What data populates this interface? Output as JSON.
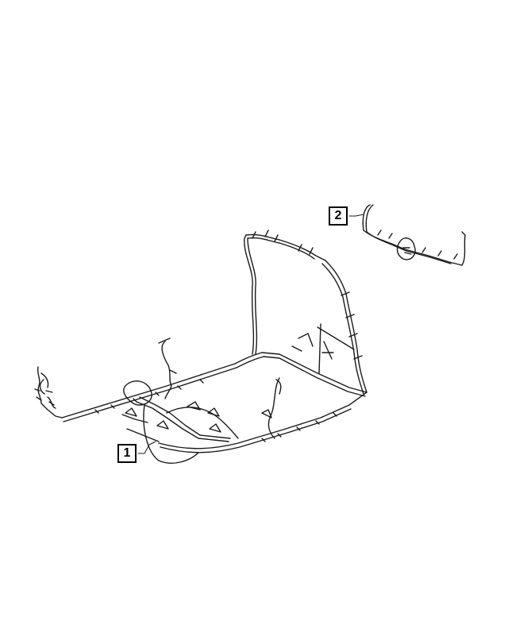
{
  "callouts": [
    {
      "id": "1",
      "label": "1"
    },
    {
      "id": "2",
      "label": "2"
    }
  ],
  "colors": {
    "line": "#1a1a1a",
    "background": "#ffffff"
  }
}
